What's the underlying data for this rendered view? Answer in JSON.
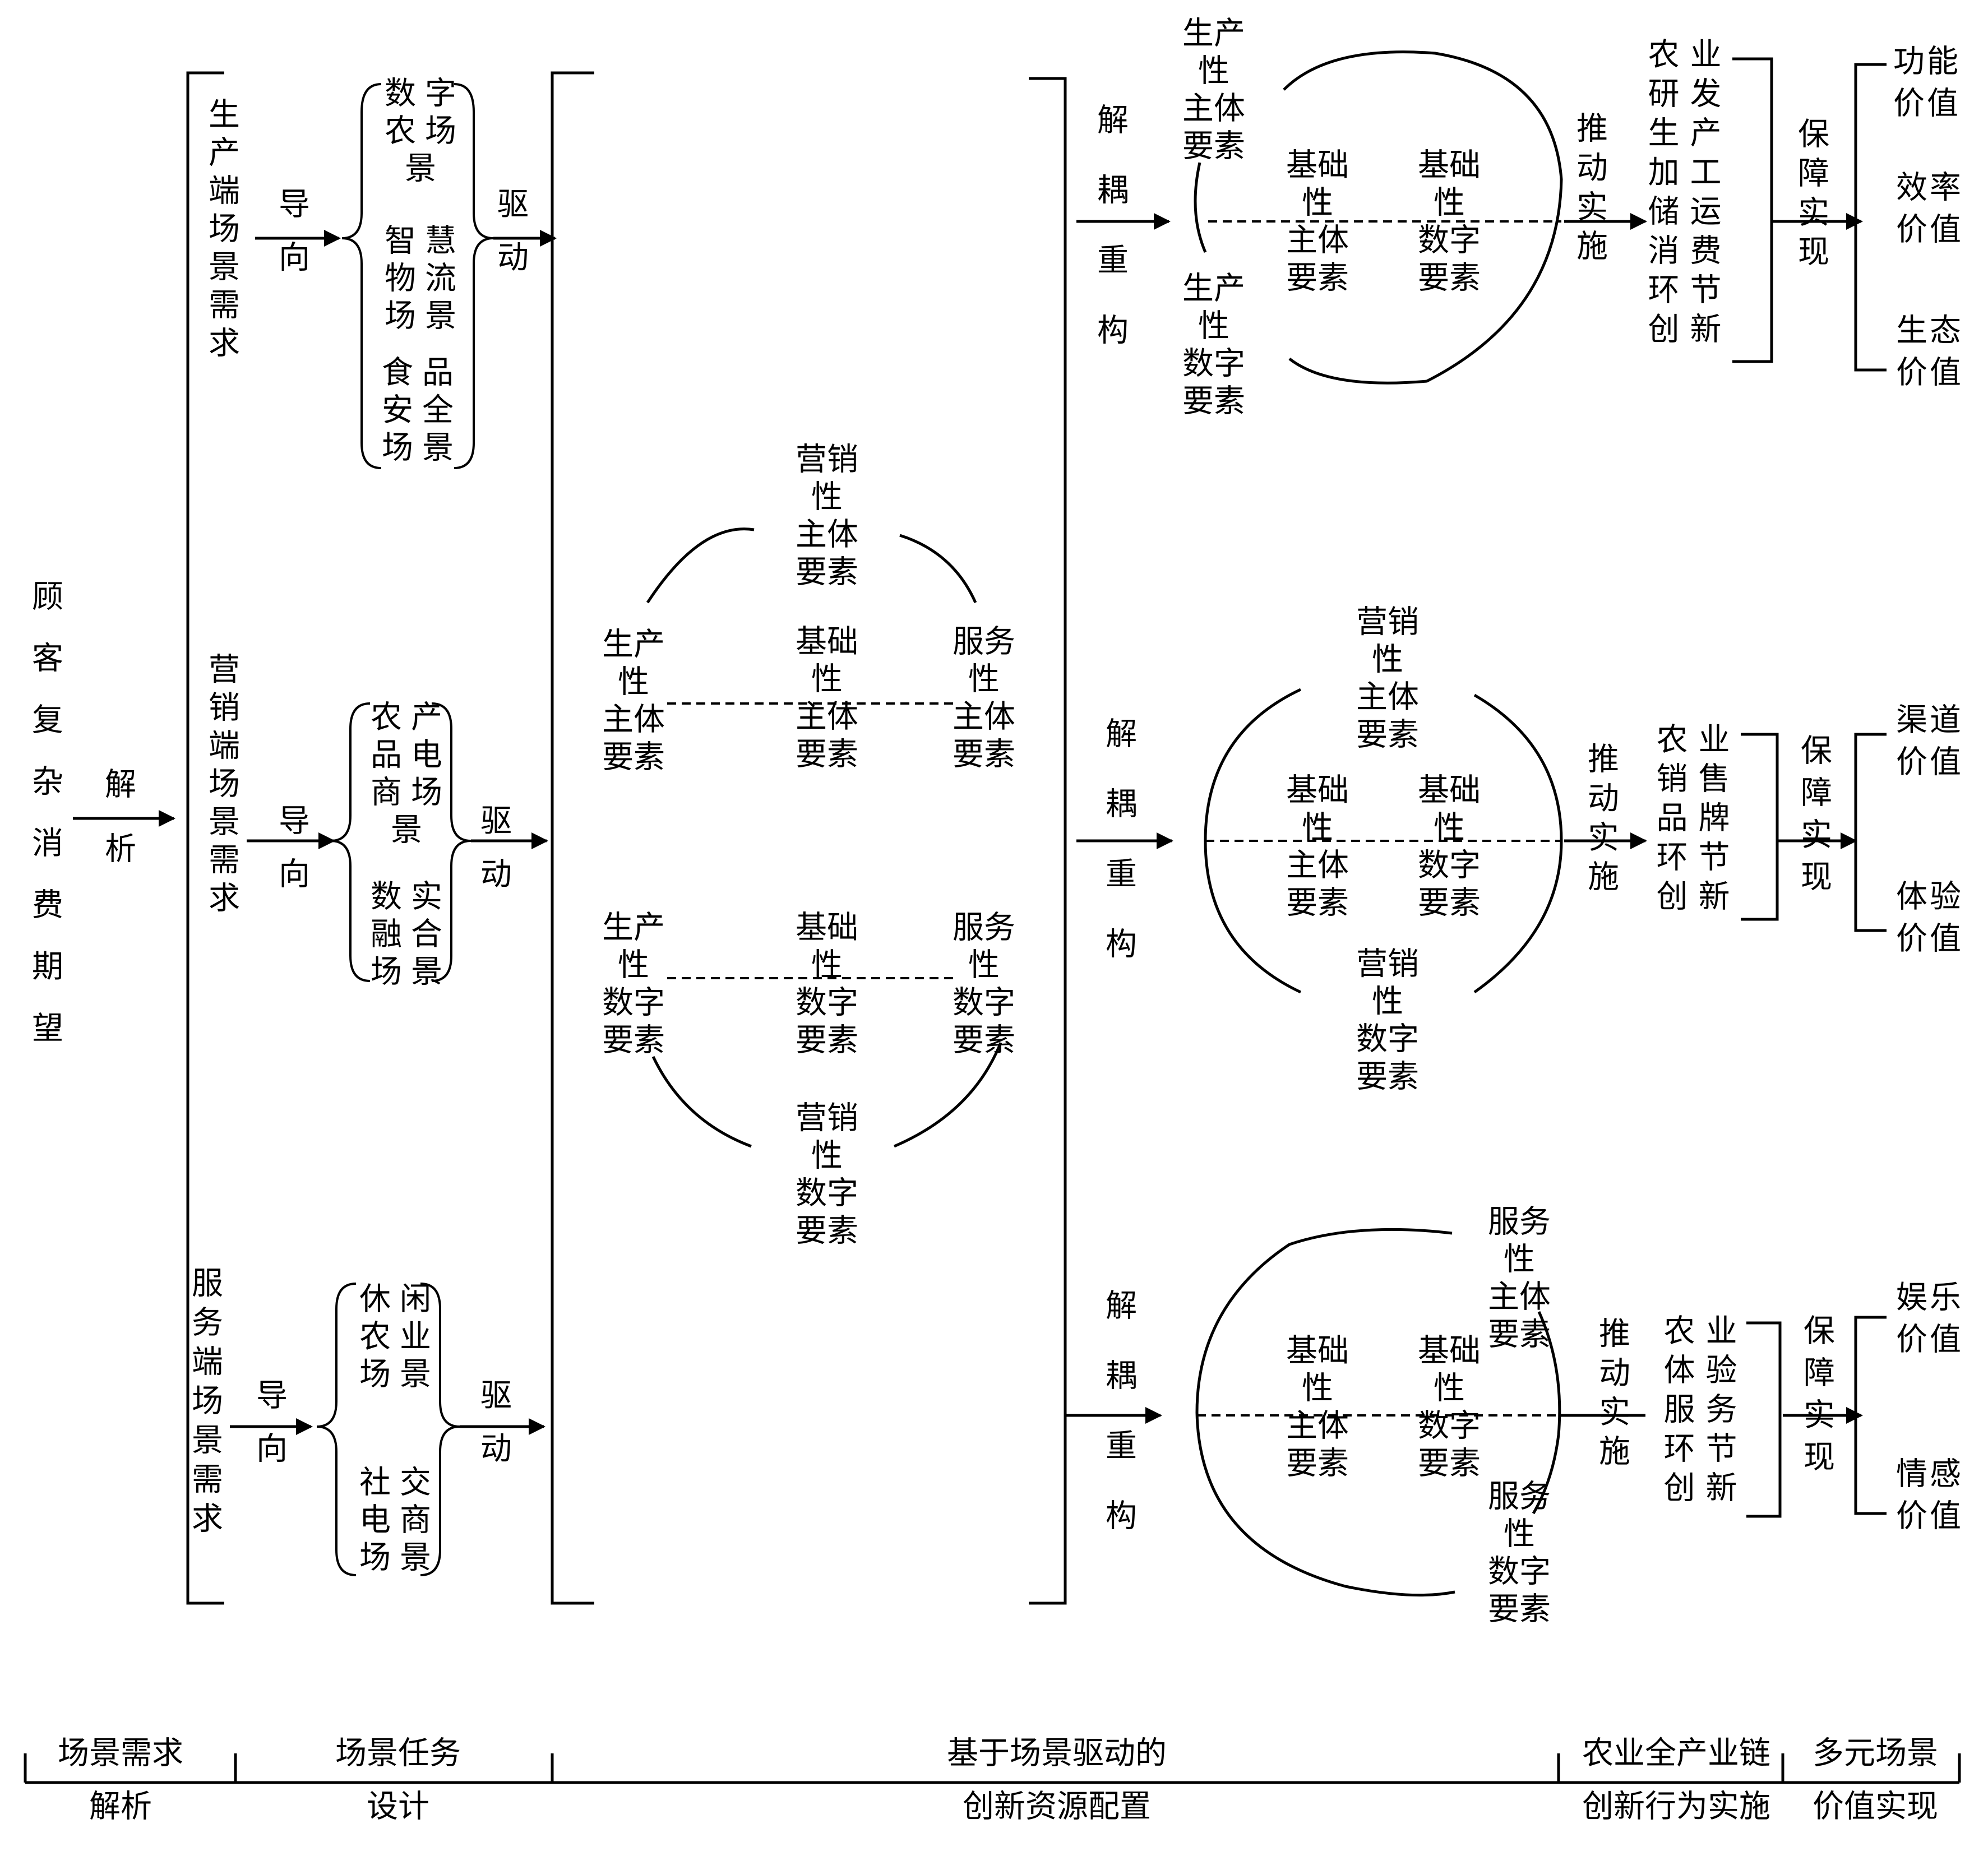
{
  "start": {
    "label": "顾客复杂消费期望",
    "arrow_label": "解析"
  },
  "scenes": [
    {
      "demand": "生产端场景需求",
      "guide": "导向",
      "tasks": [
        "数字农场景",
        "智慧物流场景",
        "食品安全场景"
      ],
      "drive": "驱动"
    },
    {
      "demand": "营销端场景需求",
      "guide": "导向",
      "tasks": [
        "农产品电商场景",
        "数实融合场景"
      ],
      "drive": "驱动"
    },
    {
      "demand": "服务端场景需求",
      "guide": "导向",
      "tasks": [
        "休闲农业场景",
        "社交电商场景"
      ],
      "drive": "驱动"
    }
  ],
  "resource_pool": {
    "top": "营销性主体要素",
    "bottom": "营销性数字要素",
    "row1": [
      "生产性主体要素",
      "基础性主体要素",
      "服务性主体要素"
    ],
    "row2": [
      "生产性数字要素",
      "基础性数字要素",
      "服务性数字要素"
    ]
  },
  "chains": [
    {
      "decouple": "解耦重构",
      "outer_top": "生产性主体要素",
      "outer_bottom": "生产性数字要素",
      "base_left": "基础性主体要素",
      "base_right": "基础性数字要素",
      "implement": "推动实施",
      "innovation": "农业研发生产加工储运消费环节创新",
      "guarantee": "保障实现",
      "values": [
        "功能价值",
        "效率价值",
        "生态价值"
      ]
    },
    {
      "decouple": "解耦重构",
      "outer_top": "营销性主体要素",
      "outer_bottom": "营销性数字要素",
      "base_left": "基础性主体要素",
      "base_right": "基础性数字要素",
      "implement": "推动实施",
      "innovation": "农业销售品牌环节创新",
      "guarantee": "保障实现",
      "values": [
        "渠道价值",
        "体验价值"
      ]
    },
    {
      "decouple": "解耦重构",
      "outer_top": "服务性主体要素",
      "outer_bottom": "服务性数字要素",
      "base_left": "基础性主体要素",
      "base_right": "基础性数字要素",
      "implement": "推动实施",
      "innovation": "农业体验服务环节创新",
      "guarantee": "保障实现",
      "values": [
        "娱乐价值",
        "情感价值"
      ]
    }
  ],
  "stages": [
    "场景需求解析",
    "场景任务设计",
    "基于场景驱动的创新资源配置",
    "农业全产业链创新行为实施",
    "多元场景价值实现"
  ]
}
